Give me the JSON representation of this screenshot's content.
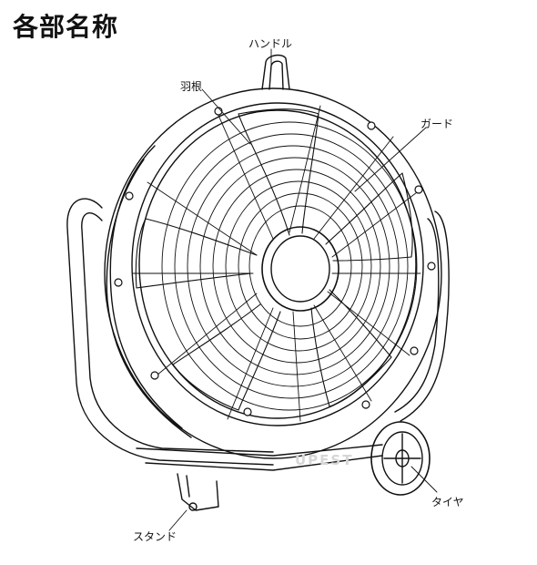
{
  "title": "各部名称",
  "labels": {
    "handle": "ハンドル",
    "blade": "羽根",
    "guard": "ガード",
    "tire": "タイヤ",
    "stand": "スタンド"
  },
  "watermark": "UPEST"
}
